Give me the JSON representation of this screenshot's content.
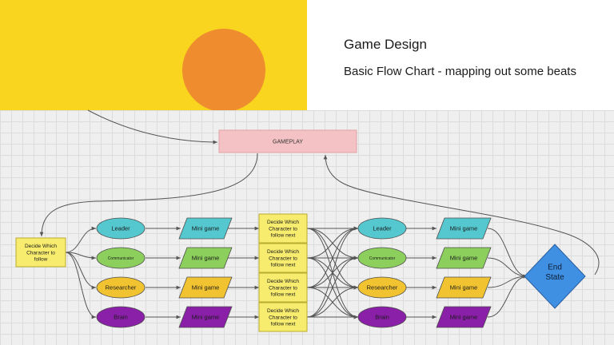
{
  "header": {
    "title": "Game Design",
    "subtitle": "Basic Flow Chart - mapping out some beats"
  },
  "colors": {
    "banner": "#f9d51f",
    "sun": "#ef8c2e",
    "gameplay_box": "#f4c2c4",
    "note_yellow": "#f7ec6e",
    "teal": "#55c8cf",
    "green": "#8ccf5c",
    "amber": "#f2c331",
    "purple": "#8a1fa8",
    "end_state": "#3f8fe3",
    "connector": "#555555"
  },
  "flowchart": {
    "gameplay": "GAMEPLAY",
    "decide_first": "Decide Which Character to follow",
    "decide_next": "Decide Which Character to follow next",
    "characters": [
      "Leader",
      "Communicator",
      "Researcher",
      "Brain"
    ],
    "mini_game": "Mini game",
    "end_state": "End State"
  }
}
